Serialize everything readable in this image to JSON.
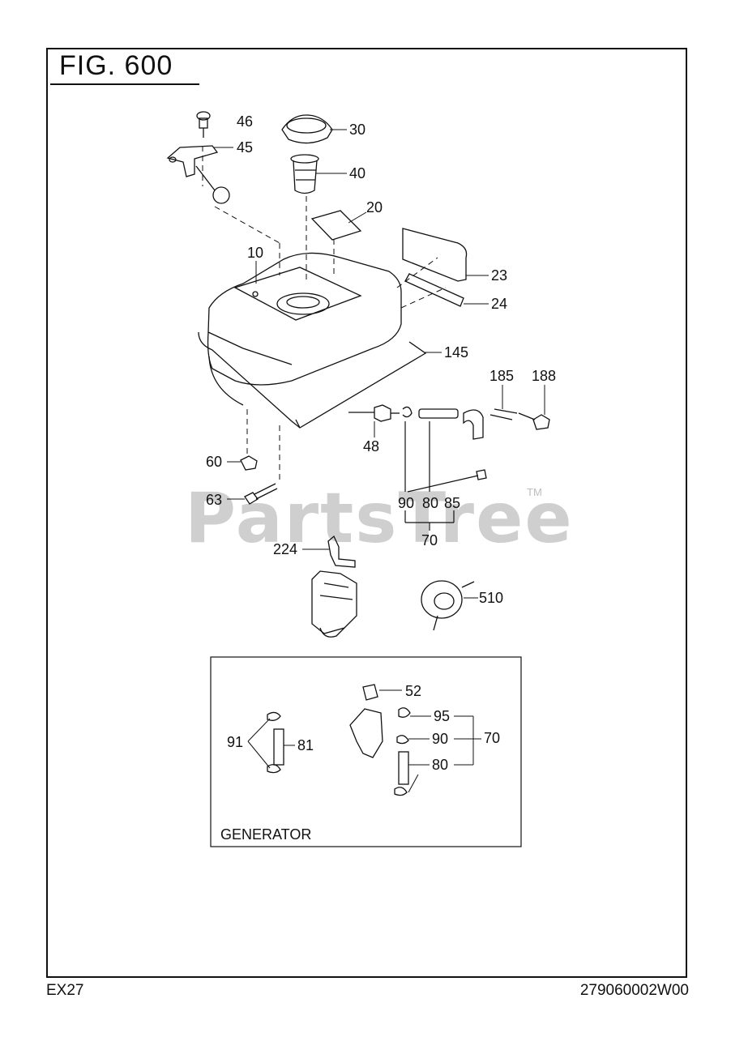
{
  "figure": {
    "title": "FIG. 600"
  },
  "footer": {
    "model": "EX27",
    "part_number": "279060002W00"
  },
  "watermark": {
    "text": "PartsTree",
    "tm": "TM"
  },
  "callouts": {
    "c46": "46",
    "c45": "45",
    "c30": "30",
    "c40": "40",
    "c20": "20",
    "c10": "10",
    "c23": "23",
    "c24": "24",
    "c145": "145",
    "c185": "185",
    "c188": "188",
    "c48": "48",
    "c60": "60",
    "c63": "63",
    "c90": "90",
    "c80": "80",
    "c85": "85",
    "c70": "70",
    "c224": "224",
    "c510": "510"
  },
  "generator_box": {
    "label": "GENERATOR",
    "callouts": {
      "c52": "52",
      "c95": "95",
      "c90": "90",
      "c70": "70",
      "c80": "80",
      "c91": "91",
      "c81": "81"
    }
  }
}
